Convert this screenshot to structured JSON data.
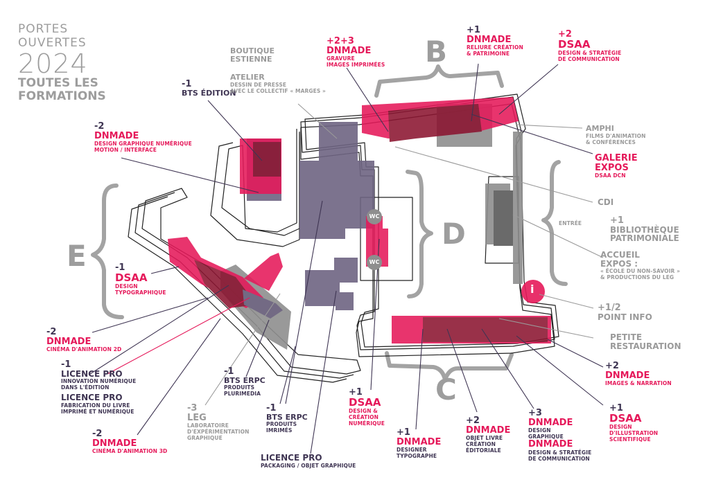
{
  "title": {
    "line1": "PORTES",
    "line2": "OUVERTES",
    "year": "2024",
    "line3": "TOUTES LES",
    "line4": "FORMATIONS"
  },
  "zones": {
    "b": "B",
    "c": "C",
    "d": "D",
    "e": "E"
  },
  "wc": {
    "top": "WC",
    "bottom": "WC"
  },
  "info_icon": "i",
  "colors": {
    "pink": "#e5195a",
    "navy": "#3f3553",
    "grey": "#9a9a9a",
    "purple_room": "#6e6482",
    "dark_red": "#8b1531"
  },
  "labels": {
    "bts_edition": {
      "level": "-1",
      "name": "BTS ÉDITION"
    },
    "boutique": {
      "name": "BOUTIQUE\nESTIENNE"
    },
    "atelier": {
      "name": "ATELIER",
      "desc": "DESSIN DE PRESSE\nAVEC LE COLLECTIF « MARGES »"
    },
    "dnmade_gravure": {
      "level": "+2+3",
      "name": "DNMADE",
      "desc": "GRAVURE\nIMAGES IMPRIMÉES"
    },
    "dnmade_reliure": {
      "level": "+1",
      "name": "DNMADE",
      "desc": "RELIURE CRÉATION\n& PATRIMOINE"
    },
    "dsaa_design_strat": {
      "level": "+2",
      "name": "DSAA",
      "desc": "DESIGN & STRATÉGIE\nDE COMMUNICATION"
    },
    "amphi": {
      "name": "AMPHI",
      "desc": "FILMS D'ANIMATION\n& CONFÉRENCES"
    },
    "galerie": {
      "name": "GALERIE\nEXPOS",
      "desc": "DSAA DCN"
    },
    "cdi": {
      "name": "CDI"
    },
    "entree": {
      "name": "ENTRÉE"
    },
    "bibliotheque": {
      "level": "+1",
      "name": "BIBLIOTHÈQUE\nPATRIMONIALE"
    },
    "accueil": {
      "name": "ACCUEIL\nEXPOS :",
      "desc": "« ÉCOLE DU NON-SAVOIR »\n& PRODUCTIONS DU LEG"
    },
    "point_info": {
      "level": "+1/2",
      "name": "POINT INFO"
    },
    "petite_resto": {
      "name": "PETITE\nRESTAURATION"
    },
    "dnmade_narration": {
      "level": "+2",
      "name": "DNMADE",
      "desc": "IMAGES & NARRATION"
    },
    "dsaa_illustration": {
      "level": "+1",
      "name": "DSAA",
      "desc": "DESIGN\nD'ILLUSTRATION\nSCIENTIFIQUE"
    },
    "dnmade_graphique": {
      "level": "+3",
      "name": "DNMADE",
      "desc": "DESIGN\nGRAPHIQUE",
      "name2": "DNMADE",
      "desc2": "DESIGN & STRATÉGIE\nDE COMMUNICATION"
    },
    "dnmade_objet_livre": {
      "level": "+2",
      "name": "DNMADE",
      "desc": "OBJET LIVRE\nCRÉATION\nÉDITORIALE"
    },
    "dnmade_typographe": {
      "level": "+1",
      "name": "DNMADE",
      "desc": "DESIGNER\nTYPOGRAPHE"
    },
    "dsaa_numerique": {
      "level": "+1",
      "name": "DSAA",
      "desc": "DESIGN &\nCRÉATION\nNUMÉRIQUE"
    },
    "licence_packaging": {
      "name": "LICENCE PRO",
      "desc": "PACKAGING / OBJET GRAPHIQUE"
    },
    "bts_erpc_imprimes": {
      "level": "-1",
      "name": "BTS ERPC",
      "desc": "PRODUITS\nIMRIMÉS"
    },
    "bts_erpc_plurimedia": {
      "level": "-1",
      "name": "BTS ERPC",
      "desc": "PRODUITS\nPLURIMEDIA"
    },
    "leg": {
      "level": "-3",
      "name": "LEG",
      "desc": "LABORATOIRE\nD'EXPÉRIMENTATION\nGRAPHIQUE"
    },
    "dnmade_3d": {
      "level": "-2",
      "name": "DNMADE",
      "desc": "CINÉMA D'ANIMATION 3D"
    },
    "licence_edition": {
      "level": "-1",
      "name": "LICENCE PRO",
      "desc": "INNOVATION NUMÉRIQUE\nDANS L'ÉDITION",
      "name2": "LICENCE PRO",
      "desc2": "FABRICATION DU LIVRE\nIMPRIMÉ ET NUMÉRIQUE"
    },
    "dnmade_2d": {
      "level": "-2",
      "name": "DNMADE",
      "desc": "CINÉMA D'ANIMATION 2D"
    },
    "dsaa_typo": {
      "level": "-1",
      "name": "DSAA",
      "desc": "DESIGN\nTYPOGRAPHIQUE"
    },
    "dnmade_motion": {
      "level": "-2",
      "name": "DNMADE",
      "desc": "DESIGN GRAPHIQUE NUMÉRIQUE\nMOTION / INTERFACE"
    }
  }
}
